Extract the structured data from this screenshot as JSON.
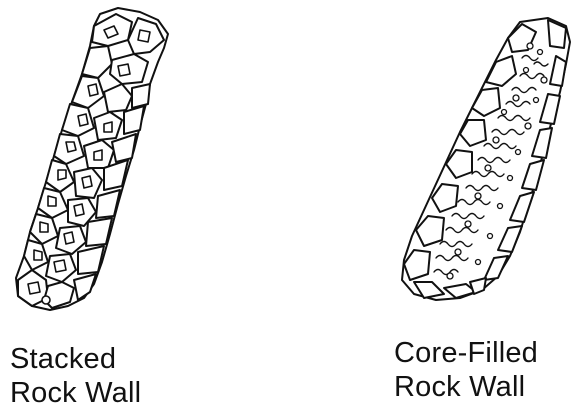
{
  "figure": {
    "ink_color": "#111111",
    "background": "#ffffff",
    "panels": [
      {
        "id": "stacked",
        "caption_line1": "Stacked",
        "caption_line2": "Rock Wall"
      },
      {
        "id": "core-filled",
        "caption_line1": "Core-Filled",
        "caption_line2": "Rock Wall"
      }
    ]
  }
}
